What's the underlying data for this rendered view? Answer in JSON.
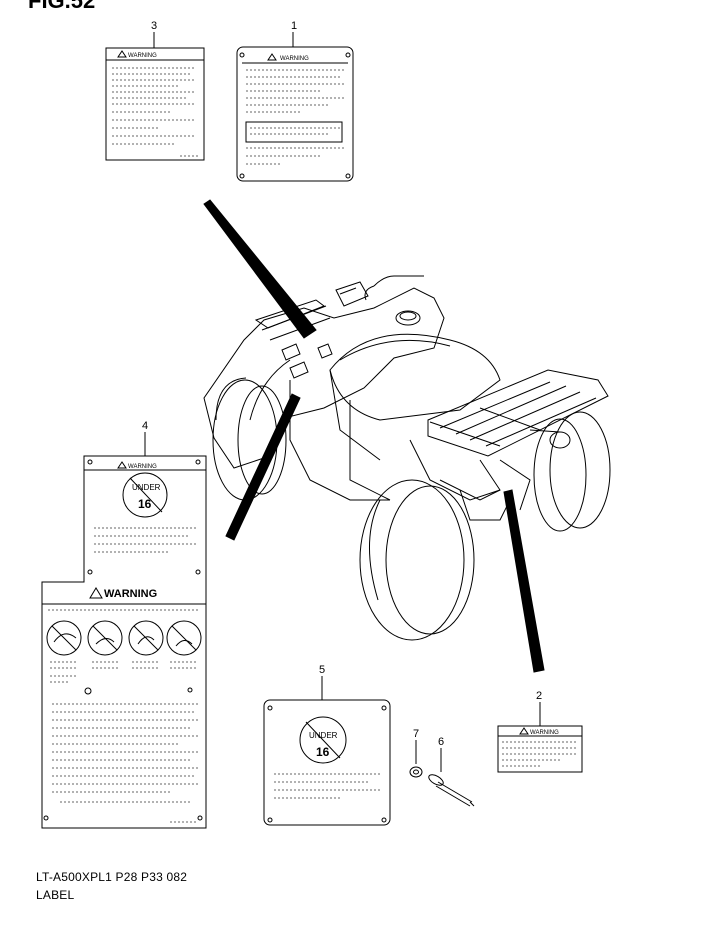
{
  "figure_title": "FIG.52",
  "footer": {
    "model_code": "LT-A500XPL1  P28  P33  082",
    "section_label": "LABEL"
  },
  "callouts": [
    "1",
    "2",
    "3",
    "4",
    "5",
    "6",
    "7"
  ],
  "labels": {
    "warning_text": "WARNING",
    "under_top": "UNDER",
    "under_num": "16"
  },
  "colors": {
    "line": "#000000",
    "faint": "#c8c8a0"
  }
}
